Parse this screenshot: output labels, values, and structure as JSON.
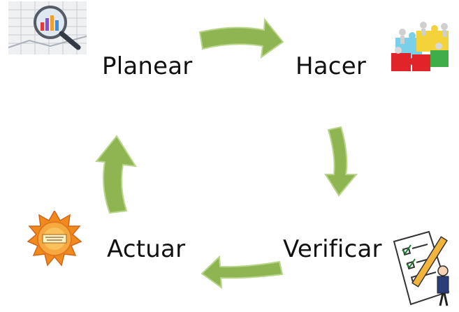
{
  "colors": {
    "arrow": "#8fb552",
    "arrow_edge": "#b9d58a",
    "text": "#111111"
  },
  "steps": [
    {
      "label": "Planear",
      "icon": "magnifier-chart-icon"
    },
    {
      "label": "Hacer",
      "icon": "puzzle-team-icon"
    },
    {
      "label": "Verificar",
      "icon": "checklist-person-icon"
    },
    {
      "label": "Actuar",
      "icon": "orange-sun-badge-icon"
    }
  ]
}
